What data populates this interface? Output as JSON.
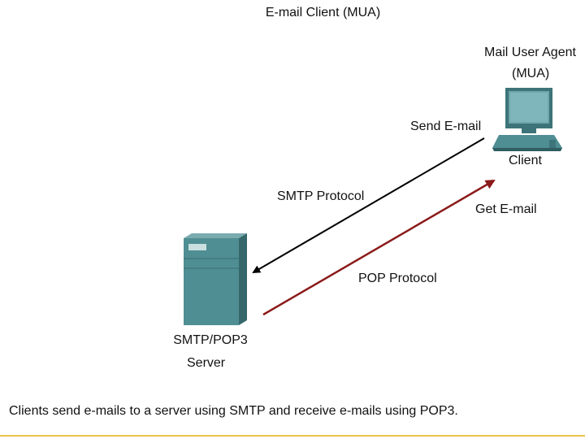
{
  "title": "E-mail Client (MUA)",
  "client": {
    "agent_line1": "Mail User Agent",
    "agent_line2": "(MUA)",
    "label": "Client",
    "icon": "computer-icon"
  },
  "server": {
    "label_line1": "SMTP/POP3",
    "label_line2": "Server",
    "icon": "server-tower-icon"
  },
  "arrows": {
    "send_label": "Send E-mail",
    "smtp_label": "SMTP Protocol",
    "get_label": "Get E-mail",
    "pop_label": "POP Protocol",
    "smtp_color": "#000000",
    "pop_color": "#8b1a1a"
  },
  "caption": "Clients send e-mails to a server using SMTP and receive e-mails using POP3.",
  "colors": {
    "device_teal": "#4f8e93",
    "device_dark": "#3a6e73",
    "bottom_rule": "#e6c44a"
  }
}
